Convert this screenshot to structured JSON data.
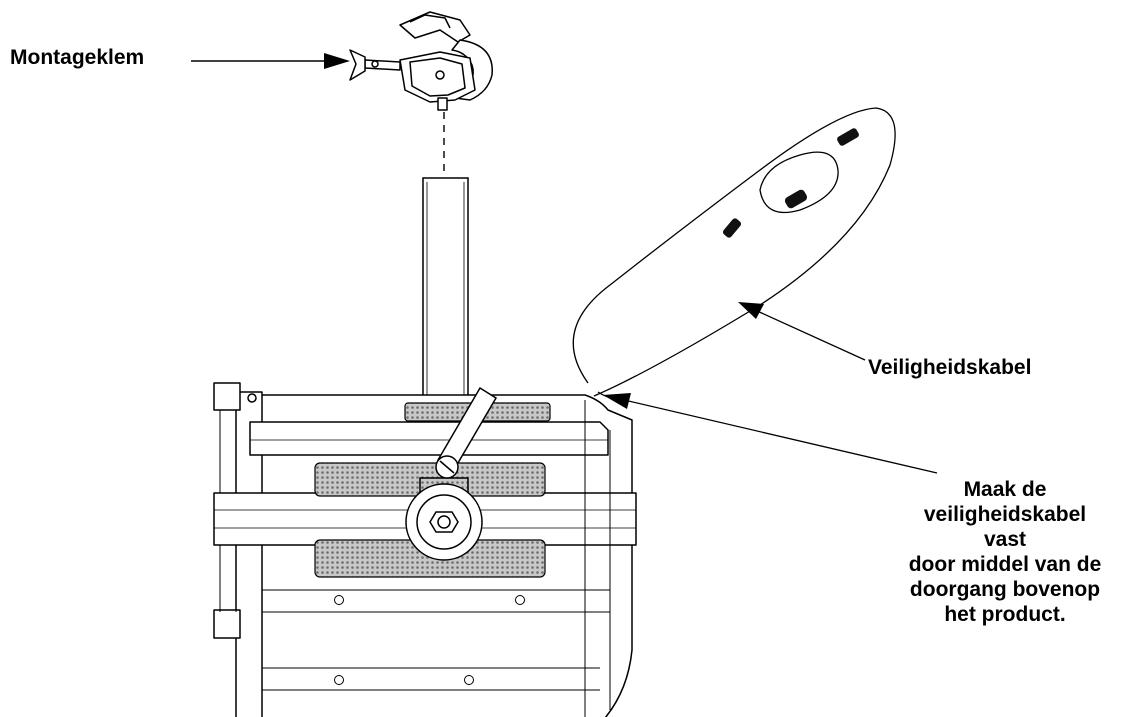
{
  "labels": {
    "clamp": "Montageklem",
    "safety_cable": "Veiligheidskabel",
    "attach_instruction": "Maak de\nveiligheidskabel vast\ndoor middel van de\ndoorgang bovenop\nhet product."
  },
  "colors": {
    "line": "#000000",
    "grille": "#9a9a9a",
    "background": "#ffffff"
  }
}
